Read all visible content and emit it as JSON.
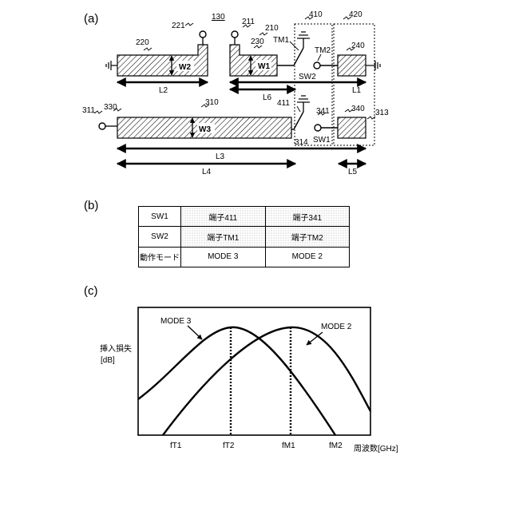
{
  "panels": {
    "a": "(a)",
    "b": "(b)",
    "c": "(c)"
  },
  "part_a": {
    "refs": {
      "r130": "130",
      "r210": "210",
      "r211": "211",
      "r220": "220",
      "r221": "221",
      "r230": "230",
      "r240": "240",
      "r310": "310",
      "r311": "311",
      "r313": "313",
      "r314": "314",
      "r330": "330",
      "r340": "340",
      "r341": "341",
      "r410": "410",
      "r411": "411",
      "r420": "420"
    },
    "labels": {
      "tm1": "TM1",
      "tm2": "TM2",
      "sw1": "SW1",
      "sw2": "SW2",
      "w1": "W1",
      "w2": "W2",
      "w3": "W3"
    },
    "dimensions": {
      "l1": "L1",
      "l2": "L2",
      "l3": "L3",
      "l4": "L4",
      "l5": "L5",
      "l6": "L6"
    }
  },
  "table": {
    "rows": [
      {
        "head": "SW1",
        "col1": "端子411",
        "col2": "端子341"
      },
      {
        "head": "SW2",
        "col1": "端子TM1",
        "col2": "端子TM2"
      },
      {
        "head": "動作モード",
        "col1": "MODE 3",
        "col2": "MODE 2"
      }
    ]
  },
  "part_c": {
    "ylabel_line1": "挿入損失",
    "ylabel_line2": "[dB]",
    "xlabel": "周波数[GHz]",
    "x_ticks": [
      "fT1",
      "fT2",
      "fM1",
      "fM2"
    ],
    "curves": [
      {
        "name": "MODE 3",
        "peak_at": "fT2"
      },
      {
        "name": "MODE 2",
        "peak_at": "fM1"
      }
    ]
  }
}
